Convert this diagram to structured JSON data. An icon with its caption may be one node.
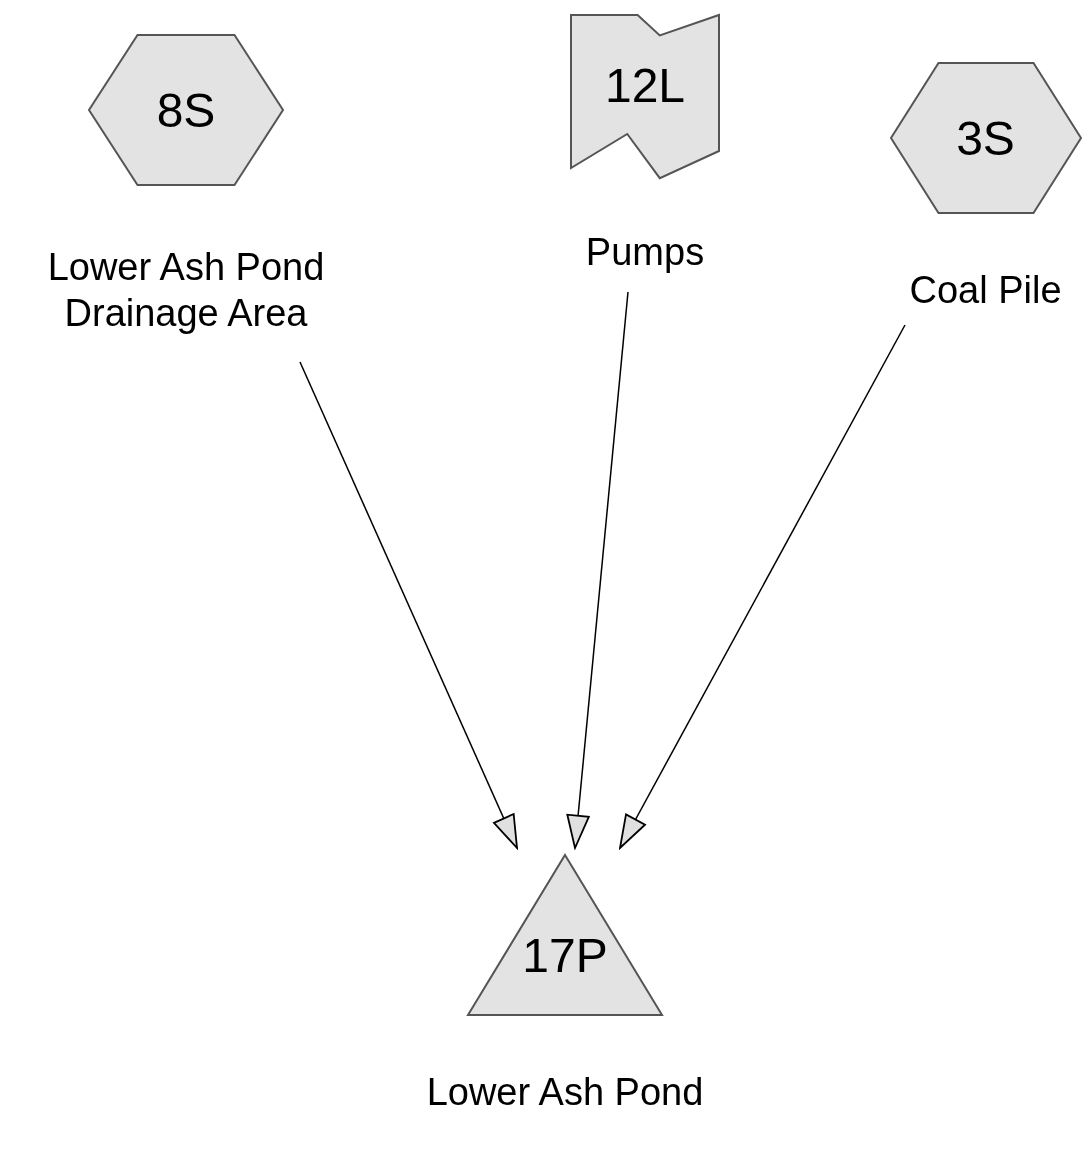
{
  "diagram": {
    "nodes": [
      {
        "text": [
          "8S"
        ],
        "beside": [
          "Lower Ash Pond Drainage Area"
        ]
      },
      {
        "text": [
          "12L"
        ],
        "beside": [
          "Pumps"
        ]
      },
      {
        "text": [
          "3S"
        ],
        "beside": [
          "Coal Pile"
        ]
      },
      {
        "text": [
          "17P"
        ],
        "beside": [
          "Lower Ash Pond"
        ]
      }
    ],
    "edges": [
      {
        "from": 0,
        "to": 3,
        "arrow": "to"
      },
      {
        "from": 1,
        "to": 3,
        "arrow": "to"
      },
      {
        "from": 2,
        "to": 3,
        "arrow": "to"
      }
    ]
  }
}
